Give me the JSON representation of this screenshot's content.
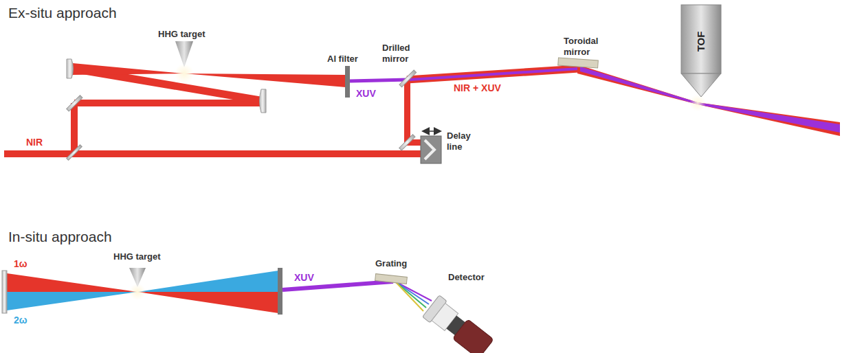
{
  "diagram": {
    "nodes": [
      {
        "text": [
          "TOF"
        ]
      }
    ],
    "labels": [
      "Ex-situ approach",
      "HHG target",
      "Al filter",
      "Drilled mirror",
      "Toroidal mirror",
      "NIR",
      "XUV",
      "NIR + XUV",
      "Delay line",
      "In-situ approach",
      "1ω",
      "HHG target",
      "2ω",
      "XUV",
      "Grating",
      "Detector"
    ]
  }
}
